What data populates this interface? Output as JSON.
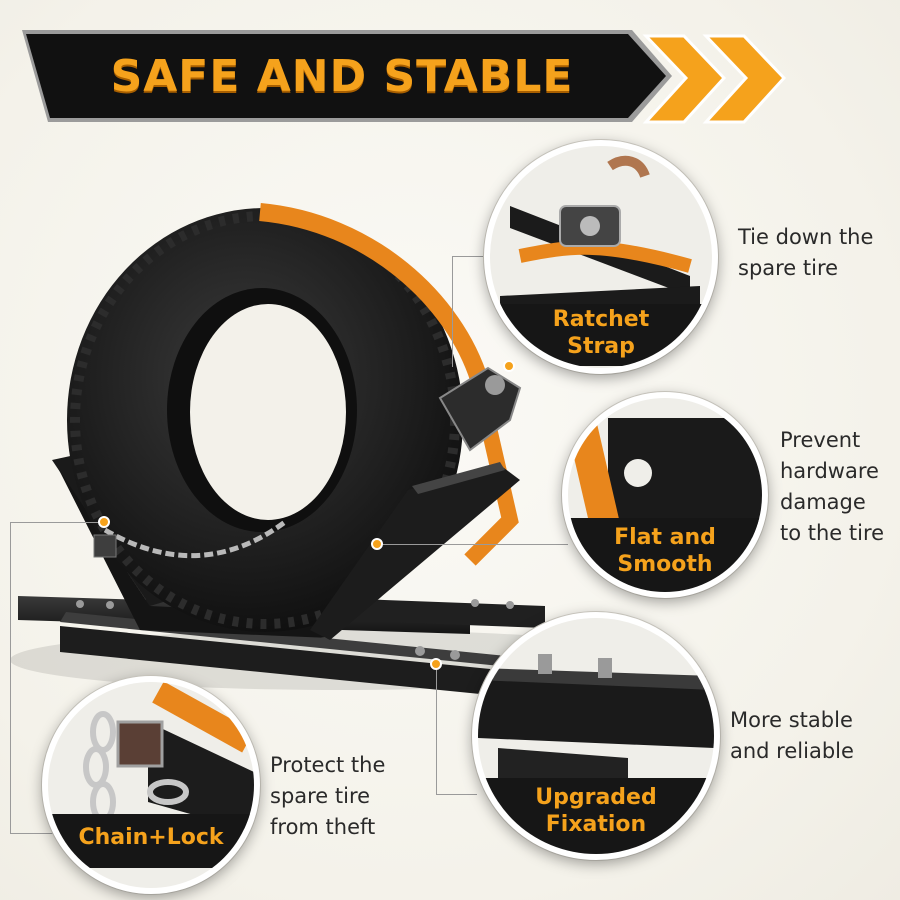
{
  "banner": {
    "title": "SAFE AND STABLE",
    "bg_color": "#111111",
    "accent_color": "#f5a21c"
  },
  "product": {
    "icon": "spare-tire-carrier-icon"
  },
  "callouts": [
    {
      "id": "ratchet",
      "label_lines": [
        "Ratchet",
        "Strap"
      ],
      "desc_lines": [
        "Tie down the",
        "spare tire"
      ]
    },
    {
      "id": "flat",
      "label_lines": [
        "Flat and",
        "Smooth"
      ],
      "desc_lines": [
        "Prevent",
        "hardware",
        "damage",
        "to the tire"
      ]
    },
    {
      "id": "fixation",
      "label_lines": [
        "Upgraded",
        "Fixation"
      ],
      "desc_lines": [
        "More stable",
        "and reliable"
      ]
    },
    {
      "id": "chain",
      "label_lines": [
        "Chain+Lock"
      ],
      "desc_lines": [
        "Protect the",
        "spare tire",
        "from theft"
      ]
    }
  ]
}
